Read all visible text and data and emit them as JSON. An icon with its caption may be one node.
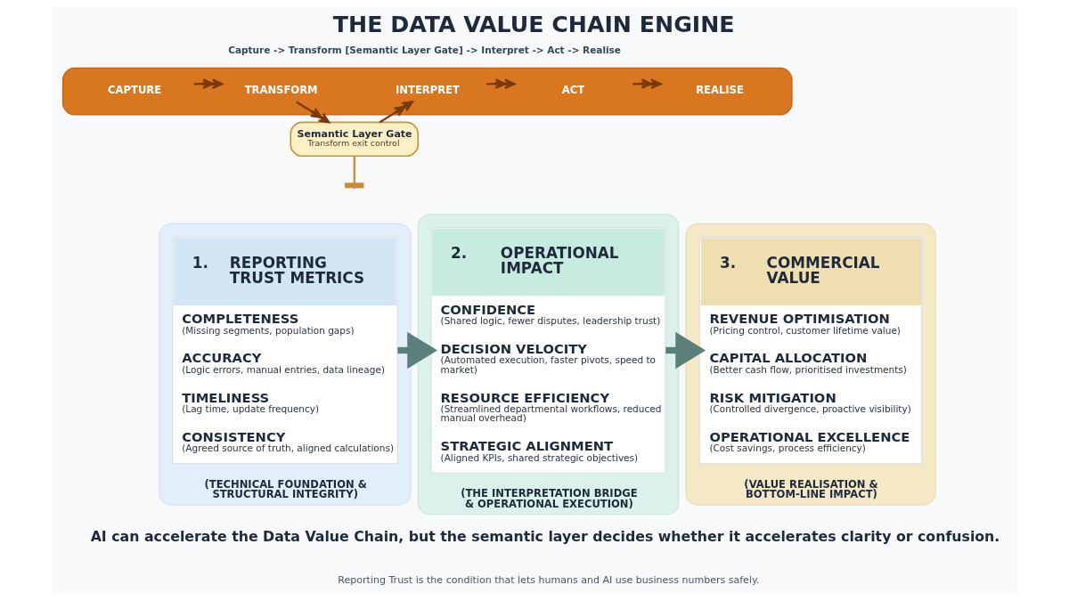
{
  "diagram": {
    "title": "THE DATA VALUE CHAIN ENGINE",
    "caption": "AI can accelerate the Data Value Chain, but the semantic layer decides whether it accelerates clarity or confusion.",
    "nodes": [
      {
        "text": [],
        "shape": "bar"
      },
      {
        "text": [
          "CAPTURE"
        ],
        "in": 0
      },
      {
        "text": [
          "TRANSFORM"
        ],
        "in": 0
      },
      {
        "text": [
          "INTERPRET"
        ],
        "in": 0
      },
      {
        "text": [
          "ACT"
        ],
        "in": 0
      },
      {
        "text": [
          "REALISE"
        ],
        "in": 0
      },
      {
        "text": [
          "Semantic Layer Gate",
          "Transform exit control"
        ]
      },
      {
        "text": [
          "(TECHNICAL FOUNDATION & STRUCTURAL INTEGRITY)"
        ]
      },
      {
        "text": [
          "1.",
          "REPORTING TRUST METRICS",
          "COMPLETENESS",
          "(Missing segments, population gaps)",
          "ACCURACY",
          "(Logic errors, manual entries, data lineage)",
          "TIMELINESS",
          "(Lag time, update frequency)",
          "CONSISTENCY",
          "(Agreed source of truth, aligned calculations)"
        ],
        "in": 7
      },
      {
        "text": [
          "(THE INTERPRETATION BRIDGE & OPERATIONAL EXECUTION)"
        ]
      },
      {
        "text": [
          "2.",
          "OPERATIONAL IMPACT",
          "CONFIDENCE",
          "(Shared logic, fewer disputes, leadership trust)",
          "DECISION VELOCITY",
          "(Automated execution, faster pivots, speed to market)",
          "RESOURCE EFFICIENCY",
          "(Streamlined departmental workflows, reduced manual overhead)",
          "STRATEGIC ALIGNMENT",
          "(Aligned KPIs, shared strategic objectives)"
        ],
        "in": 9
      },
      {
        "text": [
          "(VALUE REALISATION & BOTTOM-LINE IMPACT)"
        ]
      },
      {
        "text": [
          "3.",
          "COMMERCIAL VALUE",
          "REVENUE OPTIMISATION",
          "(Pricing control, customer lifetime value)",
          "CAPITAL ALLOCATION",
          "(Better cash flow, prioritised investments)",
          "RISK MITIGATION",
          "(Controlled divergence, proactive visibility)",
          "OPERATIONAL EXCELLENCE",
          "(Cost savings, process efficiency)"
        ],
        "in": 11
      }
    ],
    "edges": [
      {
        "from": 1,
        "to": 2,
        "arrow": "to"
      },
      {
        "from": 2,
        "to": 6,
        "arrow": "to"
      },
      {
        "from": 6,
        "to": 3,
        "arrow": "to"
      },
      {
        "from": 3,
        "to": 4,
        "arrow": "to"
      },
      {
        "from": 4,
        "to": 5,
        "arrow": "to"
      },
      {
        "from": 8,
        "to": 10,
        "arrow": "to",
        "style": "thick",
        "color": "#5b7f7b"
      },
      {
        "from": 10,
        "to": 12,
        "arrow": "to",
        "style": "thick",
        "color": "#5b7f7b"
      },
      {
        "from": 6,
        "to": null,
        "arrow": "other",
        "color": "#c98a3a"
      }
    ],
    "labels": [
      "Capture -> Transform [Semantic Layer Gate] -> Interpret -> Act -> Realise",
      "Reporting Trust is the condition that lets humans and AI use business numbers safely."
    ]
  }
}
